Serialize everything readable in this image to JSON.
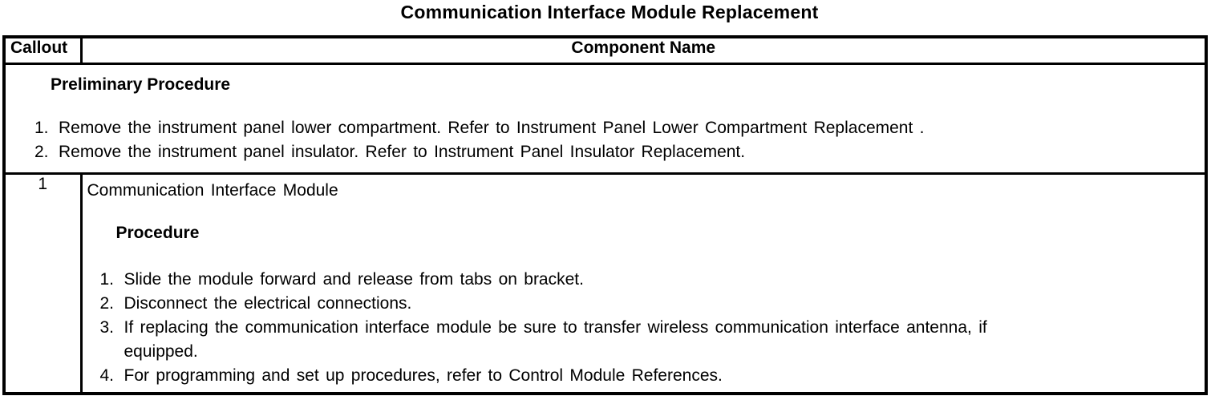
{
  "title": "Communication Interface Module Replacement",
  "table": {
    "header": {
      "callout_label": "Callout",
      "component_label": "Component Name"
    },
    "preliminary": {
      "heading": "Preliminary Procedure",
      "steps": [
        {
          "num": "1.",
          "text": "Remove the instrument panel lower compartment. Refer to Instrument Panel Lower Compartment Replacement ."
        },
        {
          "num": "2.",
          "text": "Remove the instrument panel insulator. Refer to Instrument Panel Insulator Replacement."
        }
      ]
    },
    "rows": [
      {
        "callout": "1",
        "component": "Communication Interface Module",
        "procedure_heading": "Procedure",
        "steps": [
          {
            "num": "1.",
            "text": "Slide the module forward and release from tabs on bracket."
          },
          {
            "num": "2.",
            "text": "Disconnect the electrical connections."
          },
          {
            "num": "3.",
            "text": "If replacing the communication interface module be sure to transfer wireless communication interface antenna, if equipped."
          },
          {
            "num": "4.",
            "text": "For programming and set up procedures, refer to Control Module References."
          }
        ]
      }
    ]
  },
  "colors": {
    "text": "#000000",
    "border": "#000000",
    "background": "#ffffff"
  }
}
